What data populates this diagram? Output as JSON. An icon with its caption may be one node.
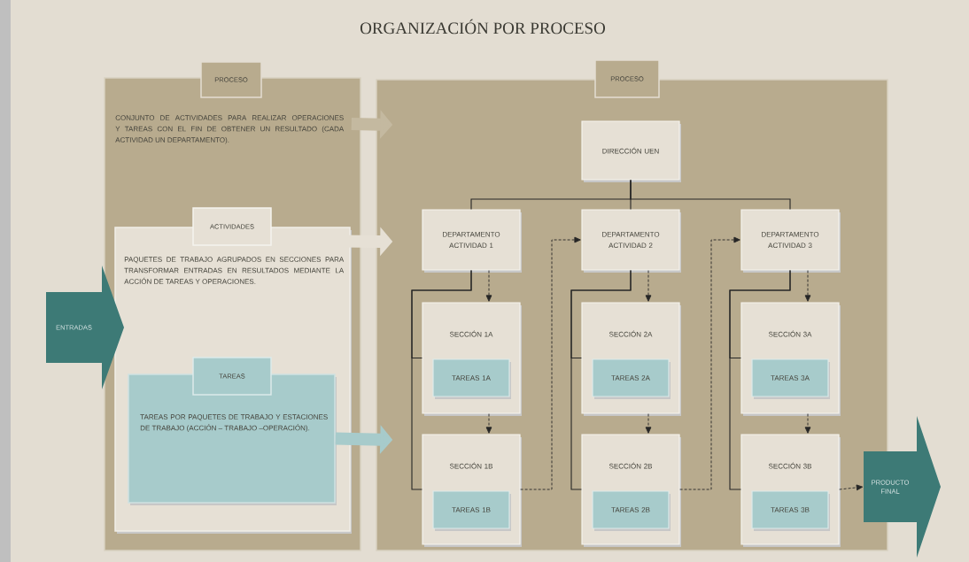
{
  "diagram": {
    "title": "ORGANIZACIÓN POR PROCESO",
    "nodes": [
      {
        "text": [
          "PROCESO",
          "CONJUNTO DE ACTIVIDADES PARA REALIZAR OPERACIONES Y TAREAS CON EL FIN DE OBTENER UN RESULTADO (CADA ACTIVIDAD UN DEPARTAMENTO)."
        ]
      },
      {
        "text": [
          "ACTIVIDADES",
          "PAQUETES DE TRABAJO AGRUPADOS EN SECCIONES PARA TRANSFORMAR ENTRADAS EN RESULTADOS MEDIANTE LA ACCIÓN DE TAREAS Y OPERACIONES."
        ],
        "in": 0
      },
      {
        "text": [
          "TAREAS",
          "TAREAS POR PAQUETES DE TRABAJO Y ESTACIONES DE TRABAJO (ACCIÓN – TRABAJO –OPERACIÓN)."
        ],
        "in": 1
      },
      {
        "text": [
          "ENTRADAS"
        ]
      },
      {
        "text": [
          "PROCESO"
        ]
      },
      {
        "text": [
          "DIRECCIÓN UEN"
        ],
        "in": 4
      },
      {
        "text": [
          "DEPARTAMENTO ACTIVIDAD 1"
        ],
        "in": 4
      },
      {
        "text": [
          "DEPARTAMENTO ACTIVIDAD 2"
        ],
        "in": 4
      },
      {
        "text": [
          "DEPARTAMENTO ACTIVIDAD 3"
        ],
        "in": 4
      },
      {
        "text": [
          "SECCIÓN 1A"
        ],
        "in": 4
      },
      {
        "text": [
          "TAREAS 1A"
        ],
        "in": 9
      },
      {
        "text": [
          "SECCIÓN 1B"
        ],
        "in": 4
      },
      {
        "text": [
          "TAREAS 1B"
        ],
        "in": 11
      },
      {
        "text": [
          "SECCIÓN 2A"
        ],
        "in": 4
      },
      {
        "text": [
          "TAREAS 2A"
        ],
        "in": 13
      },
      {
        "text": [
          "SECCIÓN 2B"
        ],
        "in": 4
      },
      {
        "text": [
          "TAREAS 2B"
        ],
        "in": 15
      },
      {
        "text": [
          "SECCIÓN 3A"
        ],
        "in": 4
      },
      {
        "text": [
          "TAREAS 3A"
        ],
        "in": 17
      },
      {
        "text": [
          "SECCIÓN 3B"
        ],
        "in": 4
      },
      {
        "text": [
          "TAREAS 3B"
        ],
        "in": 19
      },
      {
        "text": [
          "PRODUCTO FINAL"
        ]
      }
    ],
    "edges": [
      {
        "from": 0,
        "to": 4,
        "arrow": "to",
        "style": "thick",
        "color": "#c4b9a0"
      },
      {
        "from": 1,
        "to": 4,
        "arrow": "to",
        "style": "thick",
        "color": "#e6e0d5"
      },
      {
        "from": 2,
        "to": 4,
        "arrow": "to",
        "style": "thick",
        "color": "#a7cbcb"
      },
      {
        "from": 5,
        "to": 6,
        "arrow": "none"
      },
      {
        "from": 5,
        "to": 7,
        "arrow": "none"
      },
      {
        "from": 5,
        "to": 8,
        "arrow": "none"
      },
      {
        "from": 6,
        "to": 9,
        "arrow": "none"
      },
      {
        "from": 6,
        "to": 11,
        "arrow": "none"
      },
      {
        "from": 6,
        "to": 9,
        "arrow": "to",
        "style": "dashed"
      },
      {
        "from": 9,
        "to": 11,
        "arrow": "to",
        "style": "dashed"
      },
      {
        "from": 11,
        "to": 7,
        "arrow": "to",
        "style": "dashed"
      },
      {
        "from": 7,
        "to": 13,
        "arrow": "none"
      },
      {
        "from": 7,
        "to": 15,
        "arrow": "none"
      },
      {
        "from": 7,
        "to": 13,
        "arrow": "to",
        "style": "dashed"
      },
      {
        "from": 13,
        "to": 15,
        "arrow": "to",
        "style": "dashed"
      },
      {
        "from": 15,
        "to": 8,
        "arrow": "to",
        "style": "dashed"
      },
      {
        "from": 8,
        "to": 17,
        "arrow": "none"
      },
      {
        "from": 8,
        "to": 19,
        "arrow": "none"
      },
      {
        "from": 8,
        "to": 17,
        "arrow": "to",
        "style": "dashed"
      },
      {
        "from": 17,
        "to": 19,
        "arrow": "to",
        "style": "dashed"
      },
      {
        "from": 19,
        "to": 21,
        "arrow": "to",
        "style": "dashed"
      }
    ]
  }
}
